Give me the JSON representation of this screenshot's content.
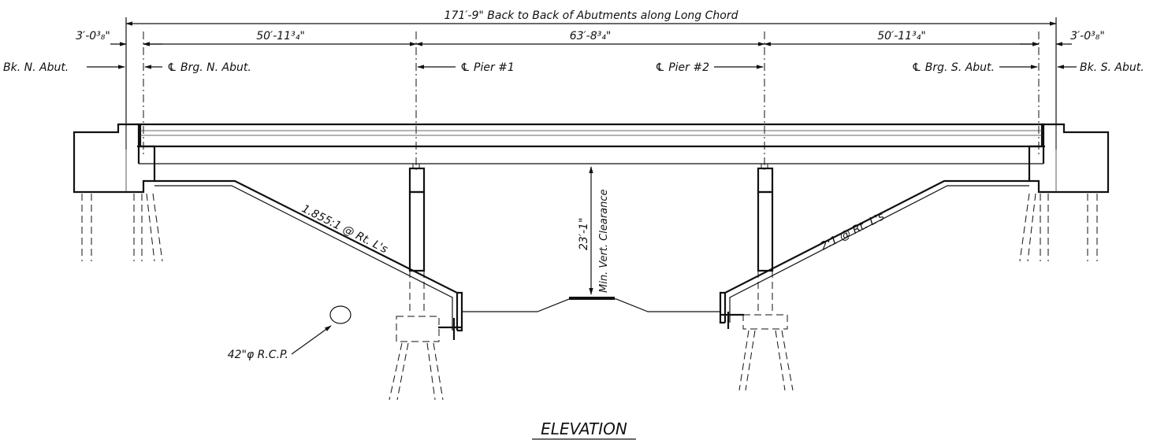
{
  "drawing": {
    "title": "ELEVATION",
    "overall_dimension": "171′-9\" Back to Back of Abutments along Long Chord",
    "span_dimensions": {
      "left_end": "3′-0³₈\"",
      "span_1": "50′-11³₄\"",
      "span_2": "63′-8³₄\"",
      "span_3": "50′-11³₄\"",
      "right_end": "3′-0³₈\""
    },
    "reference_lines": {
      "bk_n_abut": "Bk. N. Abut.",
      "cl_brg_n_abut": "℄ Brg. N. Abut.",
      "cl_pier_1": "℄ Pier #1",
      "cl_pier_2": "℄ Pier #2",
      "cl_brg_s_abut": "℄ Brg. S. Abut.",
      "bk_s_abut": "Bk. S. Abut."
    },
    "annotations": {
      "left_slope": "1.855:1 @ Rt. L's",
      "right_slope": "2:1 @ Rt. L's",
      "clearance_value": "23′-1\"",
      "clearance_label": "Min. Vert. Clearance",
      "culvert": "42\"φ R.C.P."
    }
  }
}
